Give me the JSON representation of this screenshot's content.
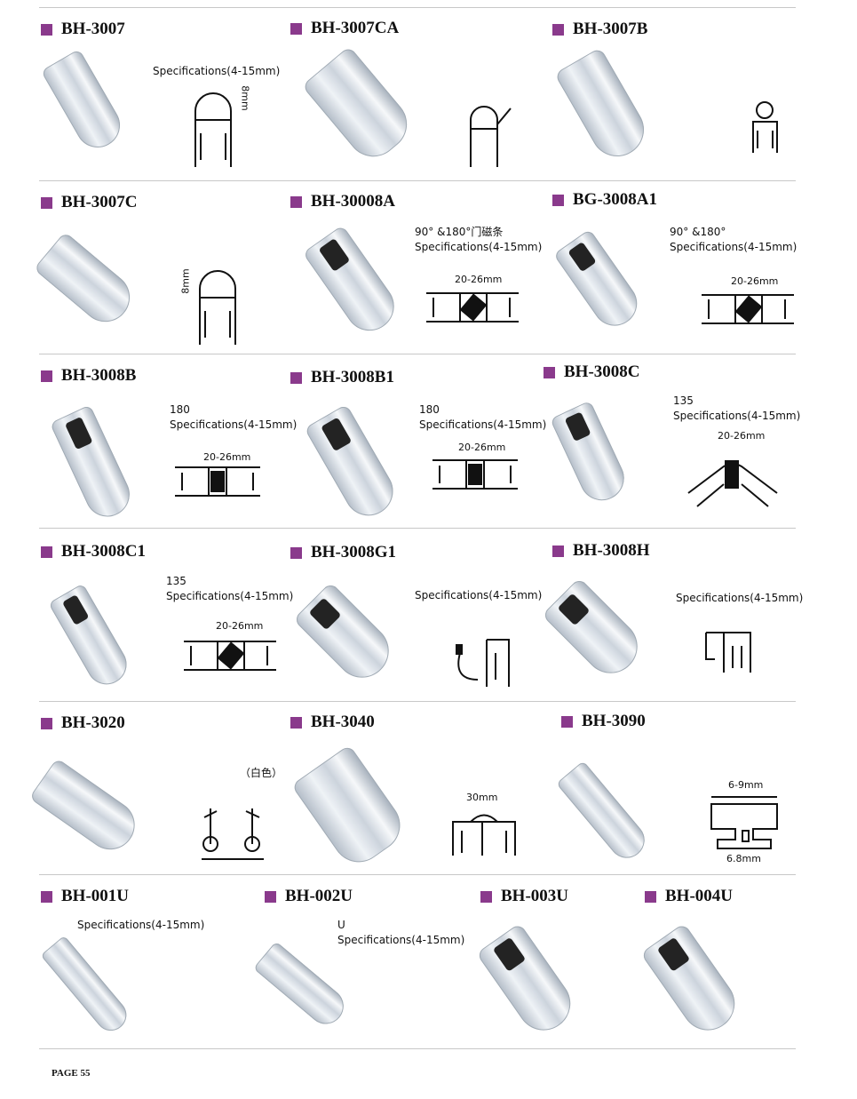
{
  "products": [
    {
      "name": "BH-3007",
      "spec_lines": [
        "Specifications(4-15mm)"
      ],
      "dims": [
        "8mm"
      ]
    },
    {
      "name": "BH-3007CA",
      "spec_lines": [],
      "dims": []
    },
    {
      "name": "BH-3007B",
      "spec_lines": [],
      "dims": []
    },
    {
      "name": "BH-3007C",
      "spec_lines": [],
      "dims": [
        "8mm"
      ]
    },
    {
      "name": "BH-30008A",
      "spec_lines": [
        "90° &180°门磁条",
        "Specifications(4-15mm)"
      ],
      "dims": [
        "20-26mm"
      ]
    },
    {
      "name": "BG-3008A1",
      "spec_lines": [
        "90° &180°",
        "Specifications(4-15mm)"
      ],
      "dims": [
        "20-26mm"
      ]
    },
    {
      "name": "BH-3008B",
      "spec_lines": [
        "180",
        "Specifications(4-15mm)"
      ],
      "dims": [
        "20-26mm"
      ]
    },
    {
      "name": "BH-3008B1",
      "spec_lines": [
        "180",
        "Specifications(4-15mm)"
      ],
      "dims": [
        "20-26mm"
      ]
    },
    {
      "name": "BH-3008C",
      "spec_lines": [
        "135",
        "Specifications(4-15mm)"
      ],
      "dims": [
        "20-26mm"
      ]
    },
    {
      "name": "BH-3008C1",
      "spec_lines": [
        "135",
        "Specifications(4-15mm)"
      ],
      "dims": [
        "20-26mm"
      ]
    },
    {
      "name": "BH-3008G1",
      "spec_lines": [
        "Specifications(4-15mm)"
      ],
      "dims": []
    },
    {
      "name": "BH-3008H",
      "spec_lines": [
        "Specifications(4-15mm)"
      ],
      "dims": []
    },
    {
      "name": "BH-3020",
      "spec_lines": [
        "（白色）"
      ],
      "dims": []
    },
    {
      "name": "BH-3040",
      "spec_lines": [],
      "dims": [
        "30mm"
      ]
    },
    {
      "name": "BH-3090",
      "spec_lines": [],
      "dims": [
        "6-9mm",
        "6.8mm"
      ]
    },
    {
      "name": "BH-001U",
      "spec_lines": [
        "Specifications(4-15mm)"
      ],
      "dims": []
    },
    {
      "name": "BH-002U",
      "spec_lines": [
        "U",
        "Specifications(4-15mm)"
      ],
      "dims": []
    },
    {
      "name": "BH-003U",
      "spec_lines": [],
      "dims": []
    },
    {
      "name": "BH-004U",
      "spec_lines": [],
      "dims": []
    }
  ],
  "footer": {
    "page_label": "PAGE 55"
  },
  "colors": {
    "bullet": "#8a3a8c"
  }
}
